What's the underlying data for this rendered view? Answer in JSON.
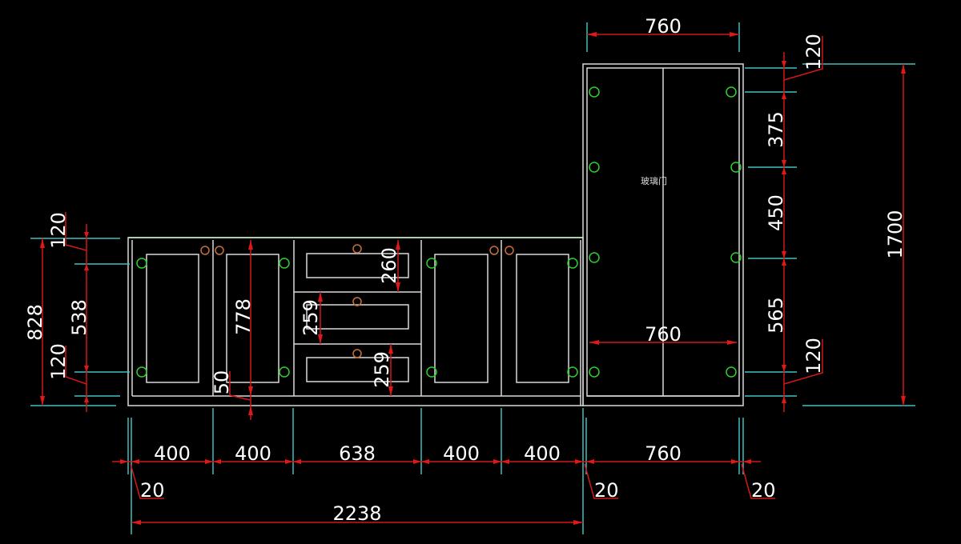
{
  "drawing": {
    "title": "Cabinet elevation drawing",
    "colors": {
      "background": "#000000",
      "outline": "#d9d9d9",
      "dimension_line": "#d01818",
      "extension_line": "#3fbfbf",
      "hinge": "#2bd12b",
      "handle": "#c8703a",
      "countertop": "#20b020"
    },
    "labels": {
      "glass_door": "玻璃门"
    },
    "dimensions": {
      "top_width": "760",
      "inner_width": "760",
      "bottom": {
        "segments": [
          "400",
          "400",
          "638",
          "400",
          "400",
          "760"
        ],
        "gaps": [
          "20",
          "20",
          "20"
        ],
        "total": "2238"
      },
      "left": {
        "total": "828",
        "top_offset": "120",
        "middle": "538",
        "bottom_offset": "120"
      },
      "base_inner": {
        "door_height": "778",
        "plinth": "50",
        "drawer_top": "260",
        "drawer_mid": "259",
        "drawer_bottom": "259"
      },
      "right": {
        "total": "1700",
        "top_offset": "120",
        "seg1": "375",
        "seg2": "450",
        "seg3": "565",
        "bottom_offset": "120"
      }
    }
  }
}
